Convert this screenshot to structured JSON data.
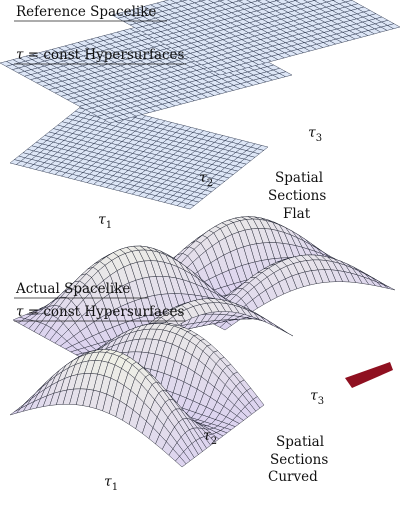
{
  "top_panel": {
    "title_line1": "Reference Spacelike",
    "title_tau": "τ",
    "title_rest": " = const Hypersurfaces",
    "labels": {
      "t1": "τ",
      "t1_sub": "1",
      "t2": "τ",
      "t2_sub": "2",
      "t3": "τ",
      "t3_sub": "3"
    },
    "note": [
      "Spatial",
      "Sections",
      "Flat"
    ]
  },
  "bottom_panel": {
    "title_line1": "Actual Spacelike",
    "title_tau": "τ",
    "title_rest": " = const Hypersurfaces",
    "labels": {
      "t1": "τ",
      "t1_sub": "1",
      "t2": "τ",
      "t2_sub": "2",
      "t3": "τ",
      "t3_sub": "3"
    },
    "note": [
      "Spatial",
      "Sections",
      "Curved"
    ]
  },
  "colors": {
    "flat_fill": "#dde6f6",
    "flat_grid": "#273148",
    "curved_fill_low": "#dcd3ef",
    "curved_fill_high": "#f3f6e4",
    "curved_grid": "#1f2230",
    "underside": "#8f1020"
  }
}
